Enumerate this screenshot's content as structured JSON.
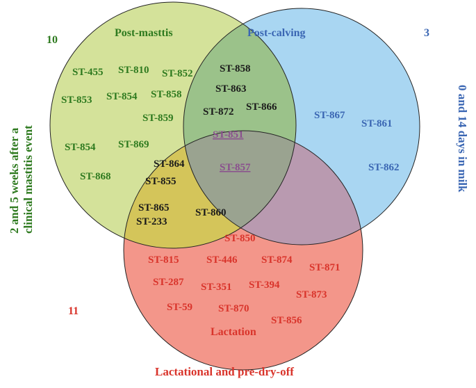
{
  "sets": {
    "post_mastitis": {
      "title": "Post-masttis",
      "count": "10",
      "side_label_line1": "2 and 5 weeks after a",
      "side_label_line2": "clinical mastitis event",
      "fill": "#d4e29a",
      "text_color": "#2e7a1f"
    },
    "post_calving": {
      "title": "Post-calving",
      "count": "3",
      "side_label": "0 and 14 days in milk",
      "fill": "#a9d6f2",
      "text_color": "#3a66b3"
    },
    "lactation": {
      "title": "Lactation",
      "count": "11",
      "bottom_label": "Lactational and pre-dry-off",
      "fill": "#f3968a",
      "text_color": "#d9342b"
    }
  },
  "regions": {
    "mastitis_only": [
      "ST-455",
      "ST-810",
      "ST-852",
      "ST-853",
      "ST-854",
      "ST-858",
      "ST-859",
      "ST-854",
      "ST-869",
      "ST-868"
    ],
    "mastitis_calving": [
      "ST-858",
      "ST-863",
      "ST-872",
      "ST-866"
    ],
    "all_three": [
      "ST-851",
      "ST-857"
    ],
    "mastitis_lactation": [
      "ST-864",
      "ST-855",
      "ST-865",
      "ST-233",
      "ST-860"
    ],
    "calving_only": [
      "ST-867",
      "ST-861",
      "ST-862"
    ],
    "lactation_only": [
      "ST-850",
      "ST-815",
      "ST-446",
      "ST-874",
      "ST-871",
      "ST-287",
      "ST-351",
      "ST-394",
      "ST-873",
      "ST-59",
      "ST-870",
      "ST-856"
    ]
  },
  "colors": {
    "overlap_text": "#1a1a1a",
    "center_text": "#8a4f8e",
    "circle_stroke": "#222222"
  }
}
